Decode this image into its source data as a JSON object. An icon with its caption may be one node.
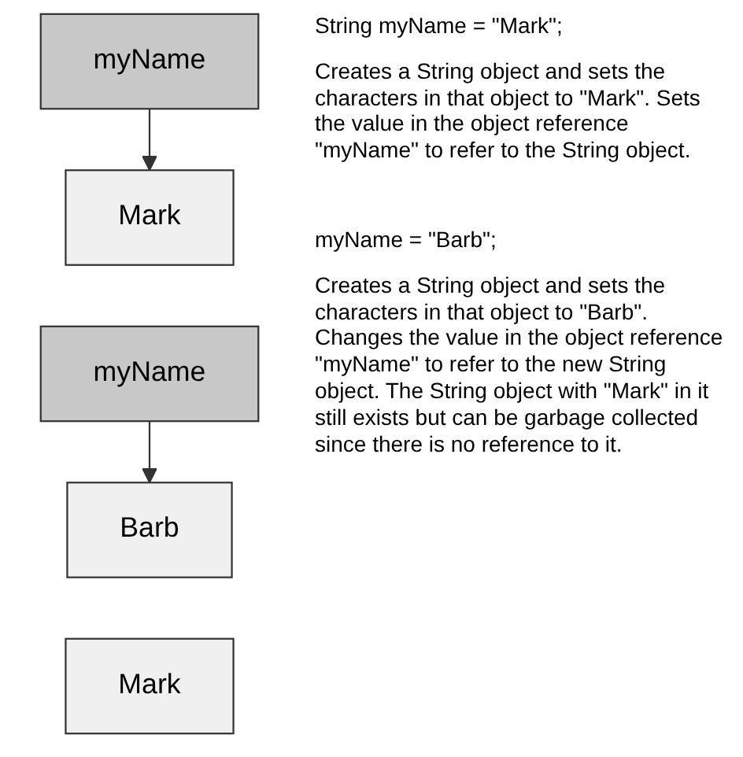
{
  "diagram": {
    "nodes": [
      {
        "text": [
          "myName"
        ]
      },
      {
        "text": [
          "Mark"
        ]
      },
      {
        "text": [
          "myName"
        ]
      },
      {
        "text": [
          "Barb"
        ]
      },
      {
        "text": [
          "Mark"
        ]
      }
    ],
    "edges": [
      {
        "from": 0,
        "to": 1,
        "arrow": "to"
      },
      {
        "from": 2,
        "to": 3,
        "arrow": "to"
      }
    ],
    "labels": [
      "String myName = \"Mark\";",
      "Creates a String object and sets the characters in that object to \"Mark\". Sets the value in the object reference \"myName\" to refer to the String object.",
      "myName = \"Barb\";",
      "Creates a String object and sets the characters in that object to \"Barb\". Changes the value in the object reference \"myName\" to refer to the new String object. The String object with \"Mark\" in it still exists but can be garbage collected since there is no reference to it."
    ]
  }
}
